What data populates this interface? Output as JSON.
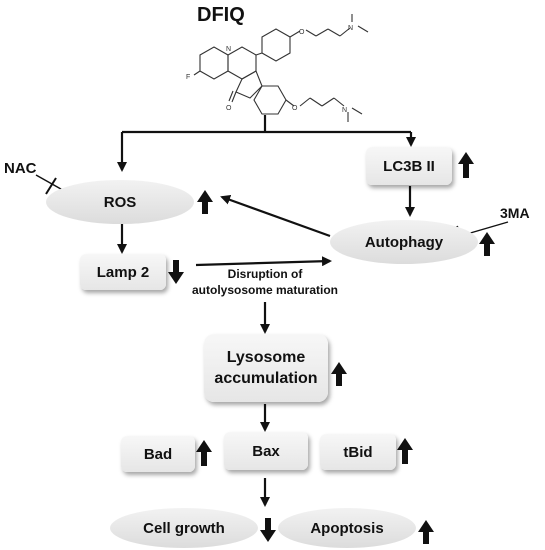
{
  "title": "DFIQ",
  "nodes": {
    "lc3b": "LC3B II",
    "ros": "ROS",
    "autophagy": "Autophagy",
    "lamp2": "Lamp 2",
    "lysosome_line1": "Lysosome",
    "lysosome_line2": "accumulation",
    "bad": "Bad",
    "bax": "Bax",
    "tbid": "tBid",
    "cell_growth": "Cell growth",
    "apoptosis": "Apoptosis"
  },
  "inhibitors": {
    "nac": "NAC",
    "three_ma": "3MA"
  },
  "annotation": {
    "line1": "Disruption of",
    "line2": "autolysosome maturation"
  },
  "colors": {
    "arrow": "#111111",
    "box_fill": "#ececec",
    "text": "#111111"
  }
}
